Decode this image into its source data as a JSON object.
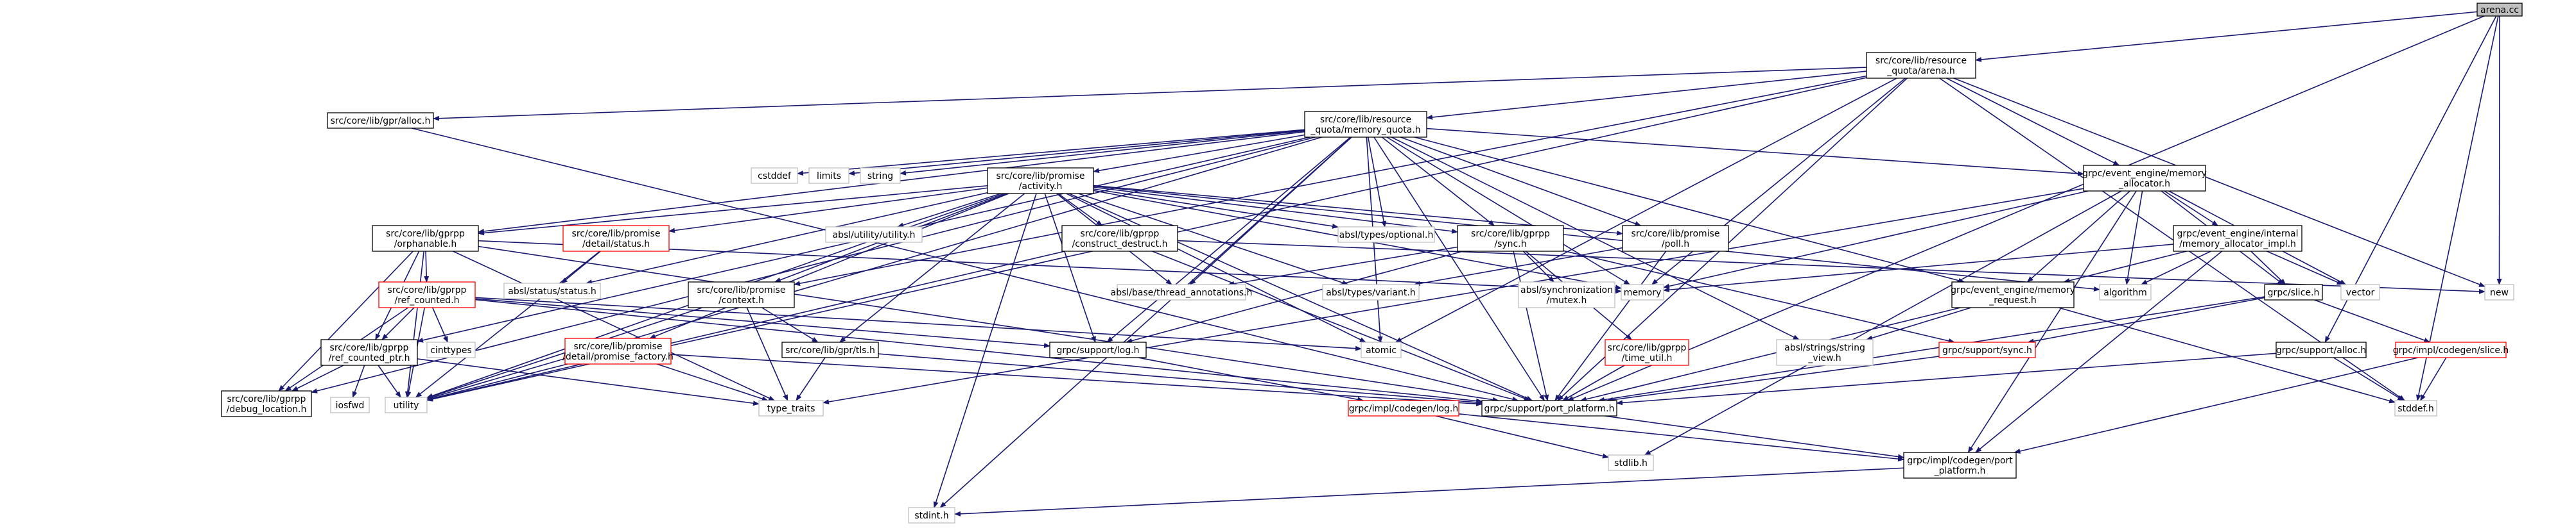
{
  "title": "arena.cc",
  "nodes": {
    "arena_cc": {
      "lines": [
        "arena.cc"
      ],
      "kind": "root"
    },
    "arena_h": {
      "lines": [
        "src/core/lib/resource",
        "_quota/arena.h"
      ],
      "kind": "black"
    },
    "gpr_alloc": {
      "lines": [
        "src/core/lib/gpr/alloc.h"
      ],
      "kind": "black"
    },
    "memory_quota": {
      "lines": [
        "src/core/lib/resource",
        "_quota/memory_quota.h"
      ],
      "kind": "black"
    },
    "cstddef": {
      "lines": [
        "cstddef"
      ],
      "kind": "gray"
    },
    "limits": {
      "lines": [
        "limits"
      ],
      "kind": "gray"
    },
    "string": {
      "lines": [
        "string"
      ],
      "kind": "gray"
    },
    "activity": {
      "lines": [
        "src/core/lib/promise",
        "/activity.h"
      ],
      "kind": "black"
    },
    "absl_utility": {
      "lines": [
        "absl/utility/utility.h"
      ],
      "kind": "gray"
    },
    "absl_optional": {
      "lines": [
        "absl/types/optional.h"
      ],
      "kind": "gray"
    },
    "orphanable": {
      "lines": [
        "src/core/lib/gprpp",
        "/orphanable.h"
      ],
      "kind": "black"
    },
    "promise_status": {
      "lines": [
        "src/core/lib/promise",
        "/detail/status.h"
      ],
      "kind": "red"
    },
    "construct_destruct": {
      "lines": [
        "src/core/lib/gprpp",
        "/construct_destruct.h"
      ],
      "kind": "black"
    },
    "gprpp_sync": {
      "lines": [
        "src/core/lib/gprpp",
        "/sync.h"
      ],
      "kind": "black"
    },
    "promise_poll": {
      "lines": [
        "src/core/lib/promise",
        "/poll.h"
      ],
      "kind": "black"
    },
    "memory_allocator": {
      "lines": [
        "grpc/event_engine/memory",
        "_allocator.h"
      ],
      "kind": "black"
    },
    "ref_counted": {
      "lines": [
        "src/core/lib/gprpp",
        "/ref_counted.h"
      ],
      "kind": "red"
    },
    "absl_status": {
      "lines": [
        "absl/status/status.h"
      ],
      "kind": "gray"
    },
    "promise_context": {
      "lines": [
        "src/core/lib/promise",
        "/context.h"
      ],
      "kind": "black"
    },
    "thread_annotations": {
      "lines": [
        "absl/base/thread_annotations.h"
      ],
      "kind": "gray"
    },
    "absl_variant": {
      "lines": [
        "absl/types/variant.h"
      ],
      "kind": "gray"
    },
    "absl_mutex": {
      "lines": [
        "absl/synchronization",
        "/mutex.h"
      ],
      "kind": "gray"
    },
    "memory": {
      "lines": [
        "memory"
      ],
      "kind": "gray"
    },
    "memory_request": {
      "lines": [
        "grpc/event_engine/memory",
        "_request.h"
      ],
      "kind": "black"
    },
    "allocator_impl": {
      "lines": [
        "grpc/event_engine/internal",
        "/memory_allocator_impl.h"
      ],
      "kind": "black"
    },
    "algorithm": {
      "lines": [
        "algorithm"
      ],
      "kind": "gray"
    },
    "vector": {
      "lines": [
        "vector"
      ],
      "kind": "gray"
    },
    "new_hdr": {
      "lines": [
        "new"
      ],
      "kind": "gray"
    },
    "grpc_slice": {
      "lines": [
        "grpc/slice.h"
      ],
      "kind": "black"
    },
    "cinttypes": {
      "lines": [
        "cinttypes"
      ],
      "kind": "gray"
    },
    "ref_counted_ptr": {
      "lines": [
        "src/core/lib/gprpp",
        "/ref_counted_ptr.h"
      ],
      "kind": "black"
    },
    "promise_factory": {
      "lines": [
        "src/core/lib/promise",
        "/detail/promise_factory.h"
      ],
      "kind": "red"
    },
    "gpr_tls": {
      "lines": [
        "src/core/lib/gpr/tls.h"
      ],
      "kind": "black"
    },
    "support_log": {
      "lines": [
        "grpc/support/log.h"
      ],
      "kind": "black"
    },
    "atomic": {
      "lines": [
        "atomic"
      ],
      "kind": "gray"
    },
    "time_util": {
      "lines": [
        "src/core/lib/gprpp",
        "/time_util.h"
      ],
      "kind": "red"
    },
    "string_view": {
      "lines": [
        "absl/strings/string",
        "_view.h"
      ],
      "kind": "gray"
    },
    "support_sync": {
      "lines": [
        "grpc/support/sync.h"
      ],
      "kind": "red"
    },
    "support_alloc": {
      "lines": [
        "grpc/support/alloc.h"
      ],
      "kind": "black"
    },
    "codegen_slice": {
      "lines": [
        "grpc/impl/codegen/slice.h"
      ],
      "kind": "red"
    },
    "debug_location": {
      "lines": [
        "src/core/lib/gprpp",
        "/debug_location.h"
      ],
      "kind": "black"
    },
    "iosfwd": {
      "lines": [
        "iosfwd"
      ],
      "kind": "gray"
    },
    "utility": {
      "lines": [
        "utility"
      ],
      "kind": "gray"
    },
    "type_traits": {
      "lines": [
        "type_traits"
      ],
      "kind": "gray"
    },
    "codegen_log": {
      "lines": [
        "grpc/impl/codegen/log.h"
      ],
      "kind": "red"
    },
    "port_platform": {
      "lines": [
        "grpc/support/port_platform.h"
      ],
      "kind": "black"
    },
    "stddef": {
      "lines": [
        "stddef.h"
      ],
      "kind": "gray"
    },
    "stdlib": {
      "lines": [
        "stdlib.h"
      ],
      "kind": "gray"
    },
    "codegen_port_platform": {
      "lines": [
        "grpc/impl/codegen/port",
        "_platform.h"
      ],
      "kind": "black"
    },
    "stdint": {
      "lines": [
        "stdint.h"
      ],
      "kind": "gray"
    }
  },
  "edges": [
    [
      "arena_cc",
      "arena_h"
    ],
    [
      "arena_cc",
      "new_hdr"
    ],
    [
      "arena_cc",
      "port_platform"
    ],
    [
      "arena_cc",
      "support_alloc"
    ],
    [
      "arena_cc",
      "stddef"
    ],
    [
      "arena_h",
      "gpr_alloc"
    ],
    [
      "arena_h",
      "memory_quota"
    ],
    [
      "arena_h",
      "promise_context"
    ],
    [
      "arena_h",
      "memory_allocator"
    ],
    [
      "arena_h",
      "memory"
    ],
    [
      "arena_h",
      "new_hdr"
    ],
    [
      "arena_h",
      "port_platform"
    ],
    [
      "arena_h",
      "stddef"
    ],
    [
      "arena_h",
      "atomic"
    ],
    [
      "arena_h",
      "utility"
    ],
    [
      "gpr_alloc",
      "port_platform"
    ],
    [
      "memory_quota",
      "cstddef"
    ],
    [
      "memory_quota",
      "limits"
    ],
    [
      "memory_quota",
      "string"
    ],
    [
      "memory_quota",
      "activity"
    ],
    [
      "memory_quota",
      "absl_optional"
    ],
    [
      "memory_quota",
      "orphanable"
    ],
    [
      "memory_quota",
      "gprpp_sync"
    ],
    [
      "memory_quota",
      "promise_poll"
    ],
    [
      "memory_quota",
      "memory_allocator"
    ],
    [
      "memory_quota",
      "memory_request"
    ],
    [
      "memory_quota",
      "memory"
    ],
    [
      "memory_quota",
      "thread_annotations"
    ],
    [
      "memory_quota",
      "string_view"
    ],
    [
      "memory_quota",
      "atomic"
    ],
    [
      "memory_quota",
      "utility"
    ],
    [
      "memory_quota",
      "ref_counted_ptr"
    ],
    [
      "memory_quota",
      "support_log"
    ],
    [
      "memory_quota",
      "port_platform"
    ],
    [
      "memory_quota",
      "debug_location"
    ],
    [
      "memory_quota",
      "stdint"
    ],
    [
      "activity",
      "absl_utility"
    ],
    [
      "activity",
      "absl_optional"
    ],
    [
      "activity",
      "orphanable"
    ],
    [
      "activity",
      "promise_status"
    ],
    [
      "activity",
      "construct_destruct"
    ],
    [
      "activity",
      "gprpp_sync"
    ],
    [
      "activity",
      "promise_poll"
    ],
    [
      "activity",
      "promise_context"
    ],
    [
      "activity",
      "promise_factory"
    ],
    [
      "activity",
      "thread_annotations"
    ],
    [
      "activity",
      "absl_variant"
    ],
    [
      "activity",
      "absl_status"
    ],
    [
      "activity",
      "memory"
    ],
    [
      "activity",
      "atomic"
    ],
    [
      "activity",
      "utility"
    ],
    [
      "activity",
      "algorithm"
    ],
    [
      "activity",
      "support_log"
    ],
    [
      "activity",
      "port_platform"
    ],
    [
      "activity",
      "stdint"
    ],
    [
      "activity",
      "gpr_tls"
    ],
    [
      "orphanable",
      "ref_counted"
    ],
    [
      "orphanable",
      "ref_counted_ptr"
    ],
    [
      "orphanable",
      "debug_location"
    ],
    [
      "orphanable",
      "memory"
    ],
    [
      "orphanable",
      "type_traits"
    ],
    [
      "orphanable",
      "port_platform"
    ],
    [
      "orphanable",
      "utility"
    ],
    [
      "promise_status",
      "absl_status"
    ],
    [
      "promise_status",
      "utility"
    ],
    [
      "construct_destruct",
      "utility"
    ],
    [
      "construct_destruct",
      "port_platform"
    ],
    [
      "construct_destruct",
      "new_hdr"
    ],
    [
      "gprpp_sync",
      "thread_annotations"
    ],
    [
      "gprpp_sync",
      "absl_mutex"
    ],
    [
      "gprpp_sync",
      "support_sync"
    ],
    [
      "gprpp_sync",
      "support_log"
    ],
    [
      "gprpp_sync",
      "time_util"
    ],
    [
      "gprpp_sync",
      "port_platform"
    ],
    [
      "promise_poll",
      "absl_variant"
    ],
    [
      "promise_poll",
      "port_platform"
    ],
    [
      "memory_allocator",
      "allocator_impl"
    ],
    [
      "memory_allocator",
      "memory_request"
    ],
    [
      "memory_allocator",
      "grpc_slice"
    ],
    [
      "memory_allocator",
      "algorithm"
    ],
    [
      "memory_allocator",
      "memory"
    ],
    [
      "memory_allocator",
      "vector"
    ],
    [
      "memory_allocator",
      "type_traits"
    ],
    [
      "memory_allocator",
      "stdlib"
    ],
    [
      "memory_allocator",
      "codegen_port_platform"
    ],
    [
      "ref_counted",
      "cinttypes"
    ],
    [
      "ref_counted",
      "atomic"
    ],
    [
      "ref_counted",
      "ref_counted_ptr"
    ],
    [
      "ref_counted",
      "debug_location"
    ],
    [
      "ref_counted",
      "support_log"
    ],
    [
      "ref_counted",
      "utility"
    ],
    [
      "ref_counted",
      "port_platform"
    ],
    [
      "promise_context",
      "utility"
    ],
    [
      "promise_context",
      "type_traits"
    ],
    [
      "promise_context",
      "gpr_tls"
    ],
    [
      "memory_request",
      "string_view"
    ],
    [
      "memory_request",
      "stddef"
    ],
    [
      "memory_request",
      "port_platform"
    ],
    [
      "allocator_impl",
      "algorithm"
    ],
    [
      "allocator_impl",
      "memory"
    ],
    [
      "allocator_impl",
      "vector"
    ],
    [
      "allocator_impl",
      "grpc_slice"
    ],
    [
      "allocator_impl",
      "memory_request"
    ],
    [
      "allocator_impl",
      "codegen_port_platform"
    ],
    [
      "grpc_slice",
      "codegen_slice"
    ],
    [
      "grpc_slice",
      "support_sync"
    ],
    [
      "grpc_slice",
      "port_platform"
    ],
    [
      "ref_counted_ptr",
      "iosfwd"
    ],
    [
      "ref_counted_ptr",
      "utility"
    ],
    [
      "ref_counted_ptr",
      "type_traits"
    ],
    [
      "ref_counted_ptr",
      "debug_location"
    ],
    [
      "promise_factory",
      "type_traits"
    ],
    [
      "promise_factory",
      "utility"
    ],
    [
      "promise_factory",
      "port_platform"
    ],
    [
      "gpr_tls",
      "type_traits"
    ],
    [
      "gpr_tls",
      "port_platform"
    ],
    [
      "support_log",
      "codegen_log"
    ],
    [
      "time_util",
      "port_platform"
    ],
    [
      "support_sync",
      "port_platform"
    ],
    [
      "support_alloc",
      "stddef"
    ],
    [
      "support_alloc",
      "port_platform"
    ],
    [
      "codegen_slice",
      "stddef"
    ],
    [
      "codegen_slice",
      "codegen_port_platform"
    ],
    [
      "codegen_log",
      "stdlib"
    ],
    [
      "codegen_log",
      "codegen_port_platform"
    ],
    [
      "port_platform",
      "codegen_port_platform"
    ],
    [
      "codegen_port_platform",
      "stdint"
    ]
  ]
}
